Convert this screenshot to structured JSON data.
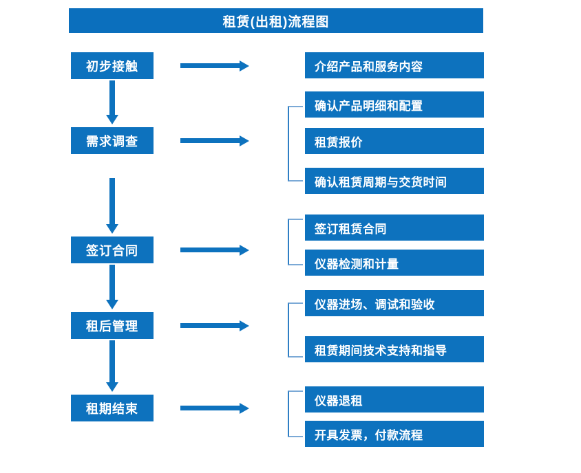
{
  "diagram": {
    "title": "租赁(出租)流程图",
    "accent_color": "#0D72BE",
    "title_bar_color": "#0B6FBD",
    "bracket_color": "#2E7EC4",
    "text_color": "#FFFFFF"
  },
  "stages": [
    {
      "label": "初步接触"
    },
    {
      "label": "需求调查"
    },
    {
      "label": "签订合同"
    },
    {
      "label": "租后管理"
    },
    {
      "label": "租期结束"
    }
  ],
  "details": [
    {
      "label": "介绍产品和服务内容"
    },
    {
      "label": "确认产品明细和配置"
    },
    {
      "label": "租赁报价"
    },
    {
      "label": "确认租赁周期与交货时间"
    },
    {
      "label": "签订租赁合同"
    },
    {
      "label": "仪器检测和计量"
    },
    {
      "label": "仪器进场、调试和验收"
    },
    {
      "label": "租赁期间技术支持和指导"
    },
    {
      "label": "仪器退租"
    },
    {
      "label": "开具发票，付款流程"
    }
  ],
  "chart_data": {
    "type": "diagram",
    "title": "租赁(出租)流程图",
    "flow": [
      {
        "stage": "初步接触",
        "details": [
          "介绍产品和服务内容"
        ]
      },
      {
        "stage": "需求调查",
        "details": [
          "确认产品明细和配置",
          "租赁报价",
          "确认租赁周期与交货时间"
        ]
      },
      {
        "stage": "签订合同",
        "details": [
          "签订租赁合同",
          "仪器检测和计量"
        ]
      },
      {
        "stage": "租后管理",
        "details": [
          "仪器进场、调试和验收",
          "租赁期间技术支持和指导"
        ]
      },
      {
        "stage": "租期结束",
        "details": [
          "仪器退租",
          "开具发票，付款流程"
        ]
      }
    ]
  }
}
